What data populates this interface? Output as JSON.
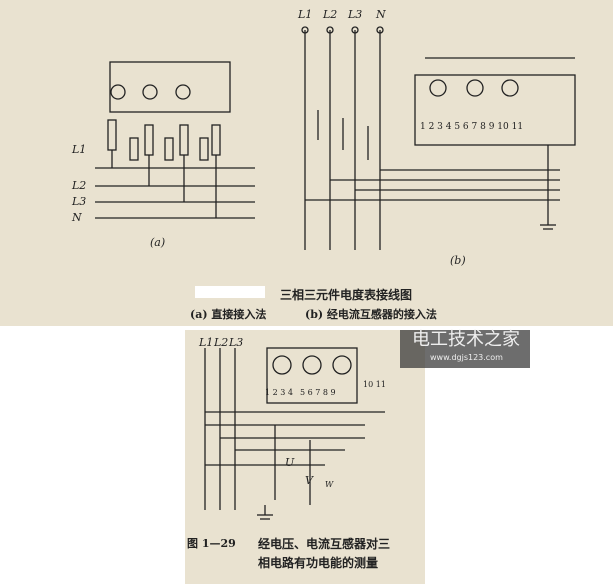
{
  "top_figure": {
    "title": "三相三元件电度表接线图",
    "subcaption_a": "(a) 直接接入法",
    "subcaption_b": "(b) 经电流互感器的接入法",
    "label_a": "(a)",
    "label_b": "(b)",
    "left_lines": [
      "L1",
      "L2",
      "L3",
      "N"
    ],
    "right_lines": [
      "L1",
      "L2",
      "L3",
      "N"
    ],
    "terminals": "1 2 3 4 5 6 7 8 9 10 11"
  },
  "bottom_figure": {
    "lines": [
      "L1",
      "L2",
      "L3"
    ],
    "terminals_left": "1 2 3 4",
    "terminals_mid": "5 6 7 8 9",
    "terminals_right": "10 11",
    "label_u": "U",
    "label_v": "V",
    "label_w": "W",
    "figure_number": "图 1—29",
    "caption_line1": "经电压、电流互感器对三",
    "caption_line2": "相电路有功电能的测量"
  },
  "watermark": {
    "title": "电工技术之家",
    "url": "www.dgjs123.com"
  }
}
